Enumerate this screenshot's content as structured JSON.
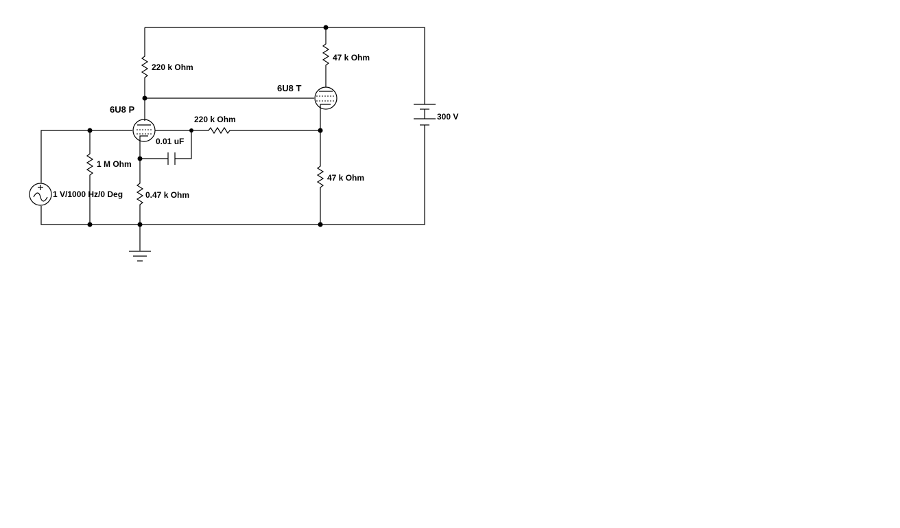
{
  "components": {
    "r_plate_p": "220 k Ohm",
    "r_plate_t": "47 k Ohm",
    "tube_t": "6U8 T",
    "tube_p": "6U8 P",
    "r_feedback": "220 k Ohm",
    "cap": "0.01 uF",
    "r_grid": "1 M Ohm",
    "r_cathode_p": "0.47 k Ohm",
    "r_cathode_t": "47 k Ohm",
    "source": "1 V/1000 Hz/0 Deg",
    "battery": "300 V"
  }
}
